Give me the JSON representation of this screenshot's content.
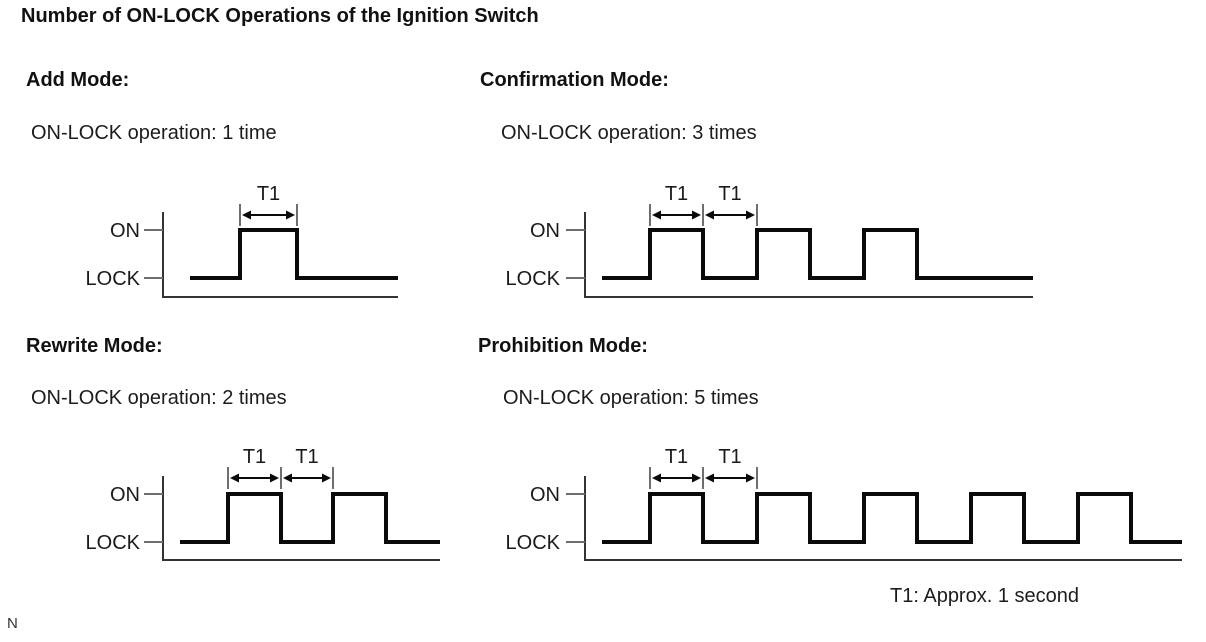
{
  "page": {
    "title": "Number of ON-LOCK Operations of the Ignition Switch",
    "footnote": "T1: Approx. 1 second",
    "page_marker": "N"
  },
  "waveform_labels": {
    "on": "ON",
    "lock": "LOCK",
    "t1": "T1"
  },
  "modes": [
    {
      "id": "add",
      "name": "Add Mode:",
      "operation": "ON-LOCK operation: 1 time",
      "pulses": 1,
      "t1_markers": 1
    },
    {
      "id": "confirmation",
      "name": "Confirmation Mode:",
      "operation": "ON-LOCK operation: 3 times",
      "pulses": 3,
      "t1_markers": 2
    },
    {
      "id": "rewrite",
      "name": "Rewrite Mode:",
      "operation": "ON-LOCK operation: 2 times",
      "pulses": 2,
      "t1_markers": 2
    },
    {
      "id": "prohibition",
      "name": "Prohibition Mode:",
      "operation": "ON-LOCK operation: 5 times",
      "pulses": 5,
      "t1_markers": 2
    }
  ],
  "t1_definition": {
    "label": "T1",
    "value": "Approx. 1 second"
  },
  "signal_levels": [
    "ON",
    "LOCK"
  ],
  "colors": {
    "ink": "#0a0a0a",
    "axis": "#333333",
    "muted_tick": "#6e6e6e",
    "text": "#1a1a1a",
    "background": "#ffffff"
  }
}
